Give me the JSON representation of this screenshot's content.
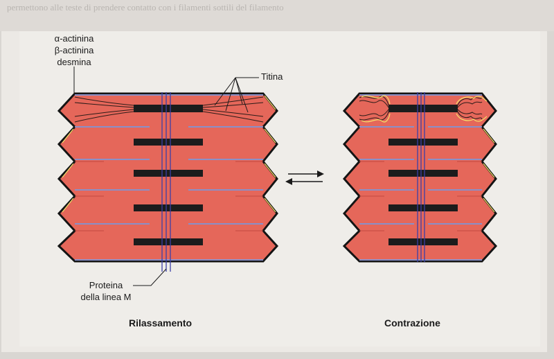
{
  "background_text": {
    "line1": "",
    "line2": "permettono alle teste di prendere contatto con i filamenti sottili del filamento"
  },
  "labels": {
    "alpha_actinin": "α-actinina",
    "beta_actinin": "β-actinina",
    "desmin": "desmina",
    "titin": "Titina",
    "m_line_1": "Proteina",
    "m_line_2": "della linea M"
  },
  "captions": {
    "left": "Rilassamento",
    "right": "Contrazione"
  },
  "colors": {
    "sarcomere_fill": "#e5675a",
    "thick_filament": "#1c1c1c",
    "thin_filament": "#8a90c8",
    "m_line": "#3a3fa8",
    "z_disc": "#141414",
    "titin_edge": "#f4e36a"
  }
}
